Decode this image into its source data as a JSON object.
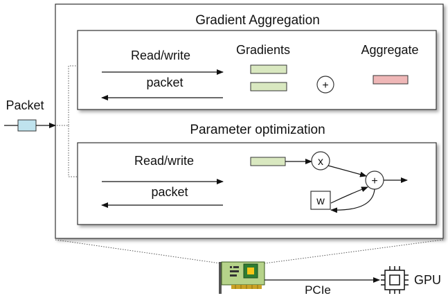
{
  "sections": {
    "gradient_aggregation": {
      "title": "Gradient Aggregation",
      "rw_label": "Read/write",
      "packet_label": "packet",
      "gradients_label": "Gradients",
      "aggregate_label": "Aggregate",
      "plus_symbol": "+"
    },
    "parameter_optimization": {
      "title": "Parameter optimization",
      "rw_label": "Read/write",
      "packet_label": "packet",
      "multiply_symbol": "x",
      "plus_symbol": "+",
      "weight_label": "w"
    }
  },
  "input": {
    "label": "Packet"
  },
  "bottom": {
    "link_label": "PCIe",
    "device_label": "GPU"
  },
  "colors": {
    "gradient_fill": "#d9e8c0",
    "aggregate_fill": "#efb7b7",
    "packet_fill": "#bfe3ee",
    "nic_board": "#b6d38a",
    "chip": "#2e7d32"
  }
}
